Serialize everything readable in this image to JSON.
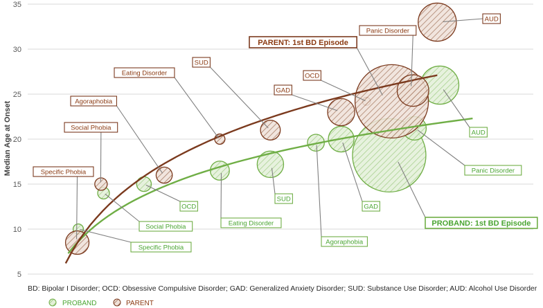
{
  "chart_data": {
    "type": "scatter",
    "ylabel": "Median Age at Onset",
    "ylim": [
      5,
      35
    ],
    "yticks": [
      5,
      10,
      15,
      20,
      25,
      30,
      35
    ],
    "footnote": "BD: Bipolar I Disorder; OCD: Obsessive Compulsive Disorder; GAD: Generalized Anxiety Disorder; SUD: Substance Use Disorder; AUD: Alcohol Use Disorder",
    "colors": {
      "proband": "#6fae45",
      "proband_fill": "#c9e3b4",
      "proband_text": "#4aa532",
      "parent": "#7b3a1e",
      "parent_fill": "#dcc6b9",
      "parent_text": "#8b3a12",
      "grid": "#d9d9d9"
    },
    "series": [
      {
        "name": "PROBAND",
        "trend": {
          "from": 0.08,
          "to": 0.88,
          "start_value": 7.3,
          "end_value": 22.3
        },
        "points": [
          {
            "label": "Specific Phobia",
            "x": 0.1,
            "y": 10.0,
            "size": 0.14
          },
          {
            "label": "Social Phobia",
            "x": 0.15,
            "y": 14.0,
            "size": 0.16
          },
          {
            "label": "OCD",
            "x": 0.23,
            "y": 15.0,
            "size": 0.2
          },
          {
            "label": "Eating Disorder",
            "x": 0.38,
            "y": 16.5,
            "size": 0.26
          },
          {
            "label": "SUD",
            "x": 0.48,
            "y": 17.2,
            "size": 0.36
          },
          {
            "label": "Agoraphobia",
            "x": 0.57,
            "y": 19.6,
            "size": 0.23
          },
          {
            "label": "GAD",
            "x": 0.62,
            "y": 20.0,
            "size": 0.35
          },
          {
            "label": "PROBAND: 1st BD Episode",
            "x": 0.715,
            "y": 18.2,
            "size": 1.0
          },
          {
            "label": "Panic Disorder",
            "x": 0.765,
            "y": 21.2,
            "size": 0.32
          },
          {
            "label": "AUD",
            "x": 0.815,
            "y": 26.0,
            "size": 0.52
          }
        ]
      },
      {
        "name": "PARENT",
        "trend": {
          "from": 0.075,
          "to": 0.81,
          "start_value": 6.2,
          "end_value": 27.1
        },
        "points": [
          {
            "label": "Specific Phobia",
            "x": 0.098,
            "y": 8.5,
            "size": 0.32
          },
          {
            "label": "Social Phobia",
            "x": 0.145,
            "y": 15.0,
            "size": 0.17
          },
          {
            "label": "Agoraphobia",
            "x": 0.27,
            "y": 16.0,
            "size": 0.22
          },
          {
            "label": "Eating Disorder",
            "x": 0.38,
            "y": 20.0,
            "size": 0.14
          },
          {
            "label": "SUD",
            "x": 0.48,
            "y": 21.0,
            "size": 0.27
          },
          {
            "label": "GAD",
            "x": 0.62,
            "y": 23.0,
            "size": 0.37
          },
          {
            "label": "OCD",
            "x": 0.67,
            "y": 24.2,
            "size": 0.11
          },
          {
            "label": "PARENT: 1st BD Episode",
            "x": 0.72,
            "y": 24.2,
            "size": 1.0
          },
          {
            "label": "Panic Disorder",
            "x": 0.762,
            "y": 25.4,
            "size": 0.43
          },
          {
            "label": "AUD",
            "x": 0.81,
            "y": 33.0,
            "size": 0.52
          }
        ]
      }
    ]
  },
  "legend": {
    "proband": "PROBAND",
    "parent": "PARENT"
  }
}
